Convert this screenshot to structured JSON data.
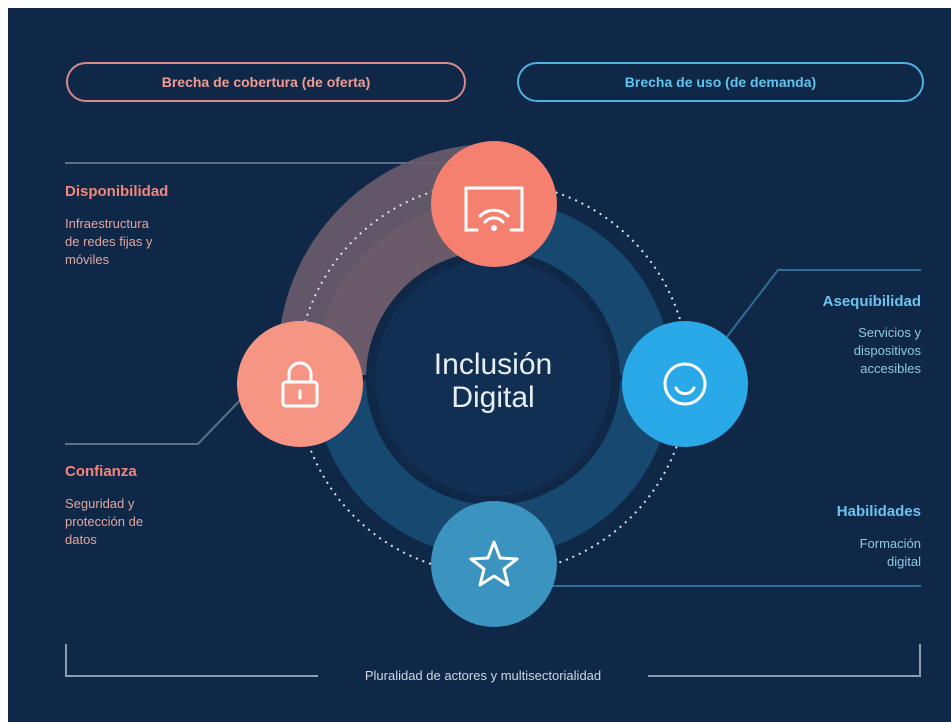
{
  "header": {
    "left_pill": "Brecha de cobertura (de oferta)",
    "right_pill": "Brecha de uso (de demanda)"
  },
  "center": {
    "line1": "Inclusión",
    "line2": "Digital"
  },
  "pillars": {
    "disponibilidad": {
      "title": "Disponibilidad",
      "desc": [
        "Infraestructura",
        "de redes fijas y",
        "móviles"
      ],
      "icon": "wifi-screen-icon",
      "color": "#f5806f"
    },
    "confianza": {
      "title": "Confianza",
      "desc": [
        "Seguridad y",
        "protección de",
        "datos"
      ],
      "icon": "padlock-icon",
      "color": "#f79584"
    },
    "asequibilidad": {
      "title": "Asequibilidad",
      "desc": [
        "Servicios y",
        "dispositivos",
        "accesibles"
      ],
      "icon": "smile-icon",
      "color": "#2aa9e8"
    },
    "habilidades": {
      "title": "Habilidades",
      "desc": [
        "Formación",
        "digital"
      ],
      "icon": "star-icon",
      "color": "#3b93bf"
    }
  },
  "footer": {
    "label": "Pluralidad de actores y multisectorialidad"
  },
  "colors": {
    "background": "#0f2847",
    "supply_accent": "#f5806f",
    "demand_accent": "#2aa9e8"
  }
}
